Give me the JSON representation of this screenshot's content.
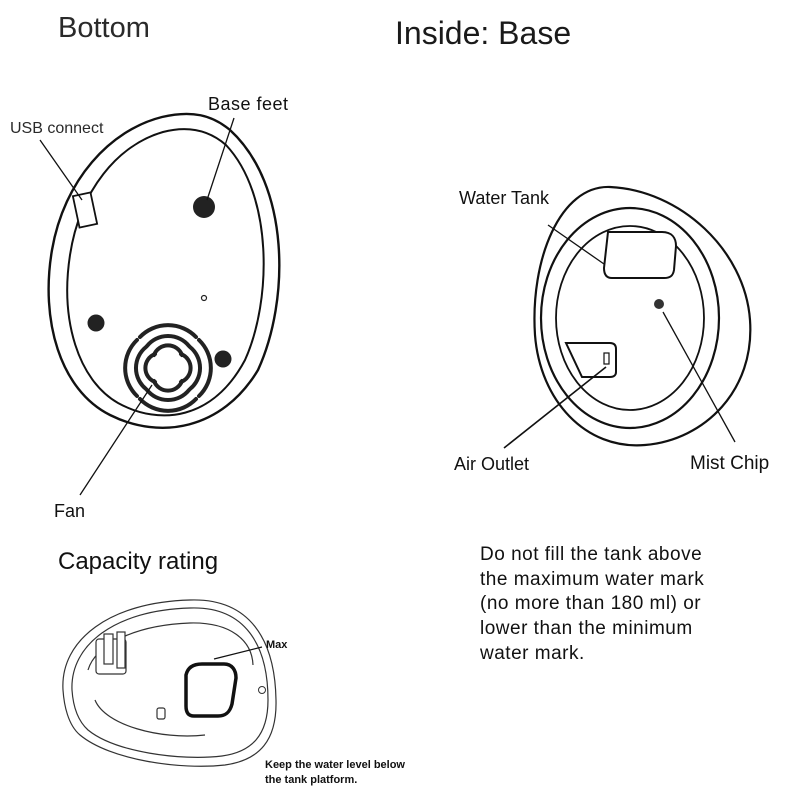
{
  "headings": {
    "bottom": "Bottom",
    "inside_base": "Inside: Base",
    "capacity": "Capacity rating"
  },
  "labels": {
    "usb": "USB connect",
    "base_feet": "Base feet",
    "fan": "Fan",
    "water_tank": "Water Tank",
    "air_outlet": "Air Outlet",
    "mist_chip": "Mist Chip",
    "max": "Max"
  },
  "notes": {
    "keep_water_lines": [
      "Keep the water level below",
      "the tank platform."
    ],
    "fill_warning_lines": [
      "Do not fill the tank above",
      "the maximum water mark",
      "(no more than 180 ml) or",
      "lower than the minimum",
      "water mark."
    ]
  }
}
